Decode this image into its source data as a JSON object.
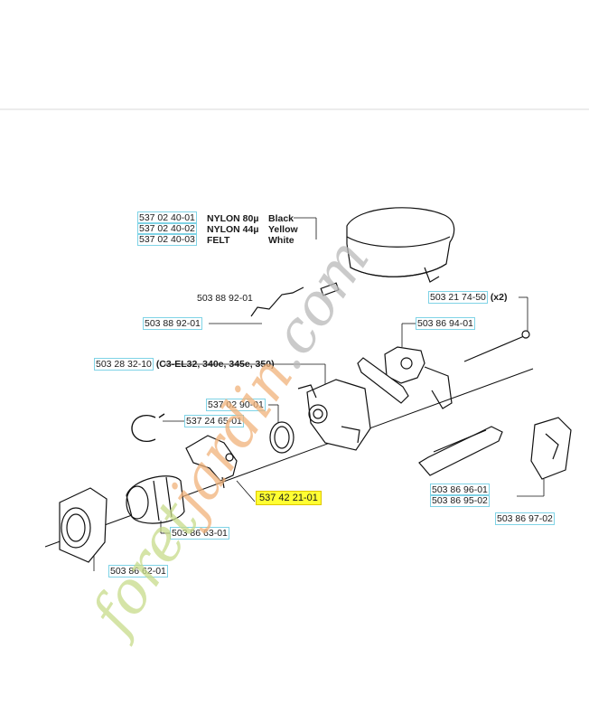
{
  "labels": {
    "filter_nylon80": "537 02 40-01",
    "filter_nylon44": "537 02 40-02",
    "filter_felt": "537 02 40-03",
    "filter_nylon80_desc": "NYLON 80µ",
    "filter_nylon80_color": "Black",
    "filter_nylon44_desc": "NYLON 44µ",
    "filter_nylon44_color": "Yellow",
    "filter_felt_desc": "FELT",
    "filter_felt_color": "White",
    "wire_a": "503 88 92-01",
    "wire_b": "503 88 92-01",
    "screw": "503 21 74-50",
    "screw_qty": "(x2)",
    "bracket": "503 86 94-01",
    "carburetor": "503 28 32-10",
    "carburetor_models": "(C3-EL32, 340e, 345e, 350)",
    "gasket": "537 02 90-01",
    "clamp": "537 24 65-01",
    "holder_highlighted": "537 42 21-01",
    "intake_boot": "503 86 63-01",
    "flange": "503 86 62-01",
    "lever_a": "503 86 96-01",
    "lever_b": "503 86 95-02",
    "housing": "503 86 97-02"
  },
  "watermark": {
    "text_part1": "foret",
    "text_part2": "jardin",
    "text_part3": ".com"
  },
  "colors": {
    "label_border": "#7fd3e6",
    "highlight": "#ffff33",
    "watermark_green": "#c8dc8a",
    "watermark_orange": "#f1b27a",
    "watermark_grey": "#b9b9b9"
  }
}
